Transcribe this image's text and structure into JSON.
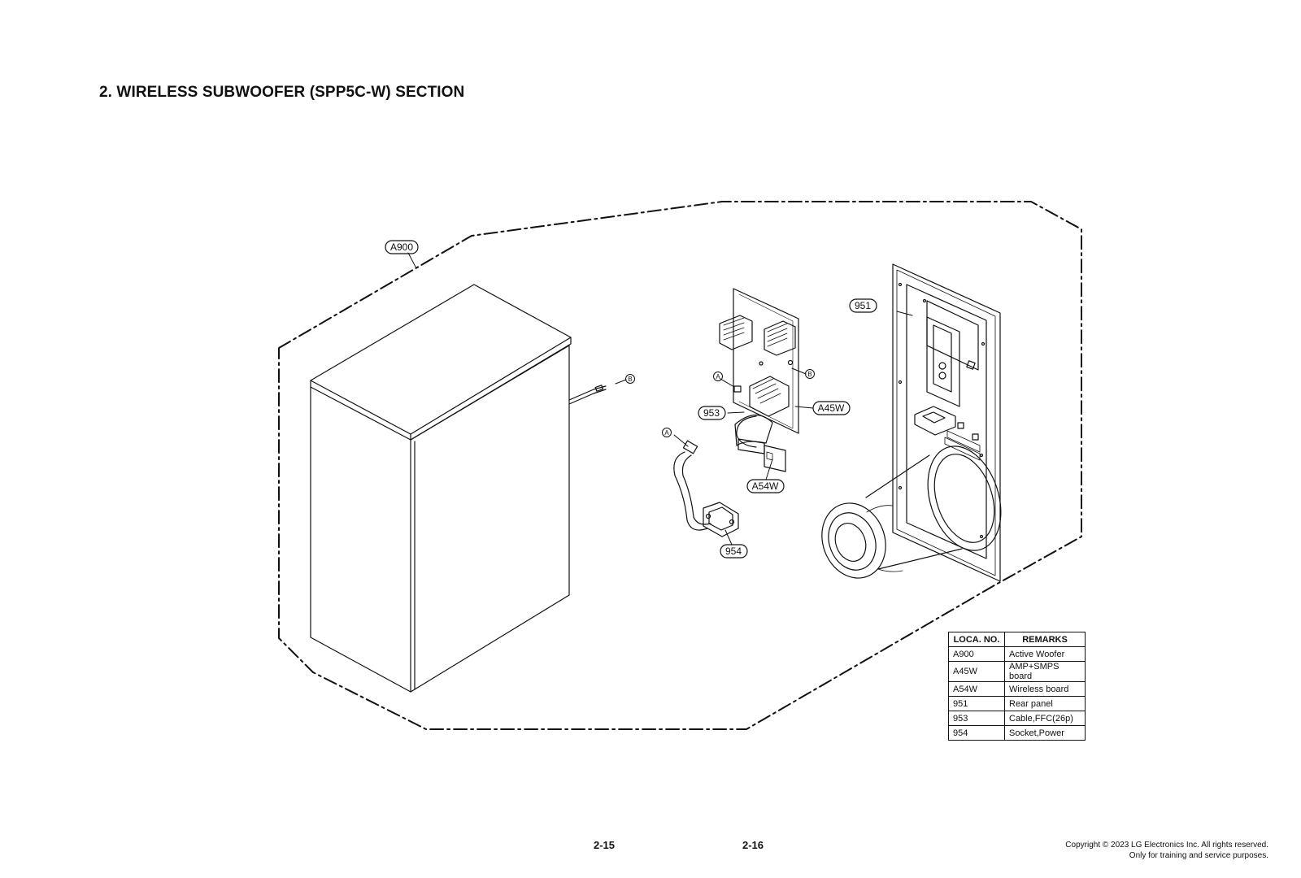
{
  "page": {
    "title": "2. WIRELESS SUBWOOFER (SPP5C-W) SECTION",
    "page_left": "2-15",
    "page_right": "2-16",
    "copyright_line1": "Copyright © 2023 LG Electronics Inc. All rights reserved.",
    "copyright_line2": "Only for training and service purposes."
  },
  "callouts": {
    "a900": "A900",
    "a45w": "A45W",
    "a54w": "A54W",
    "c951": "951",
    "c953": "953",
    "c954": "954",
    "marker_a": "A",
    "marker_b": "B"
  },
  "parts_table": {
    "headers": [
      "LOCA. NO.",
      "REMARKS"
    ],
    "rows": [
      [
        "A900",
        "Active Woofer"
      ],
      [
        "A45W",
        "AMP+SMPS board"
      ],
      [
        "A54W",
        "Wireless board"
      ],
      [
        "951",
        "Rear panel"
      ],
      [
        "953",
        "Cable,FFC(26p)"
      ],
      [
        "954",
        "Socket,Power"
      ]
    ]
  }
}
